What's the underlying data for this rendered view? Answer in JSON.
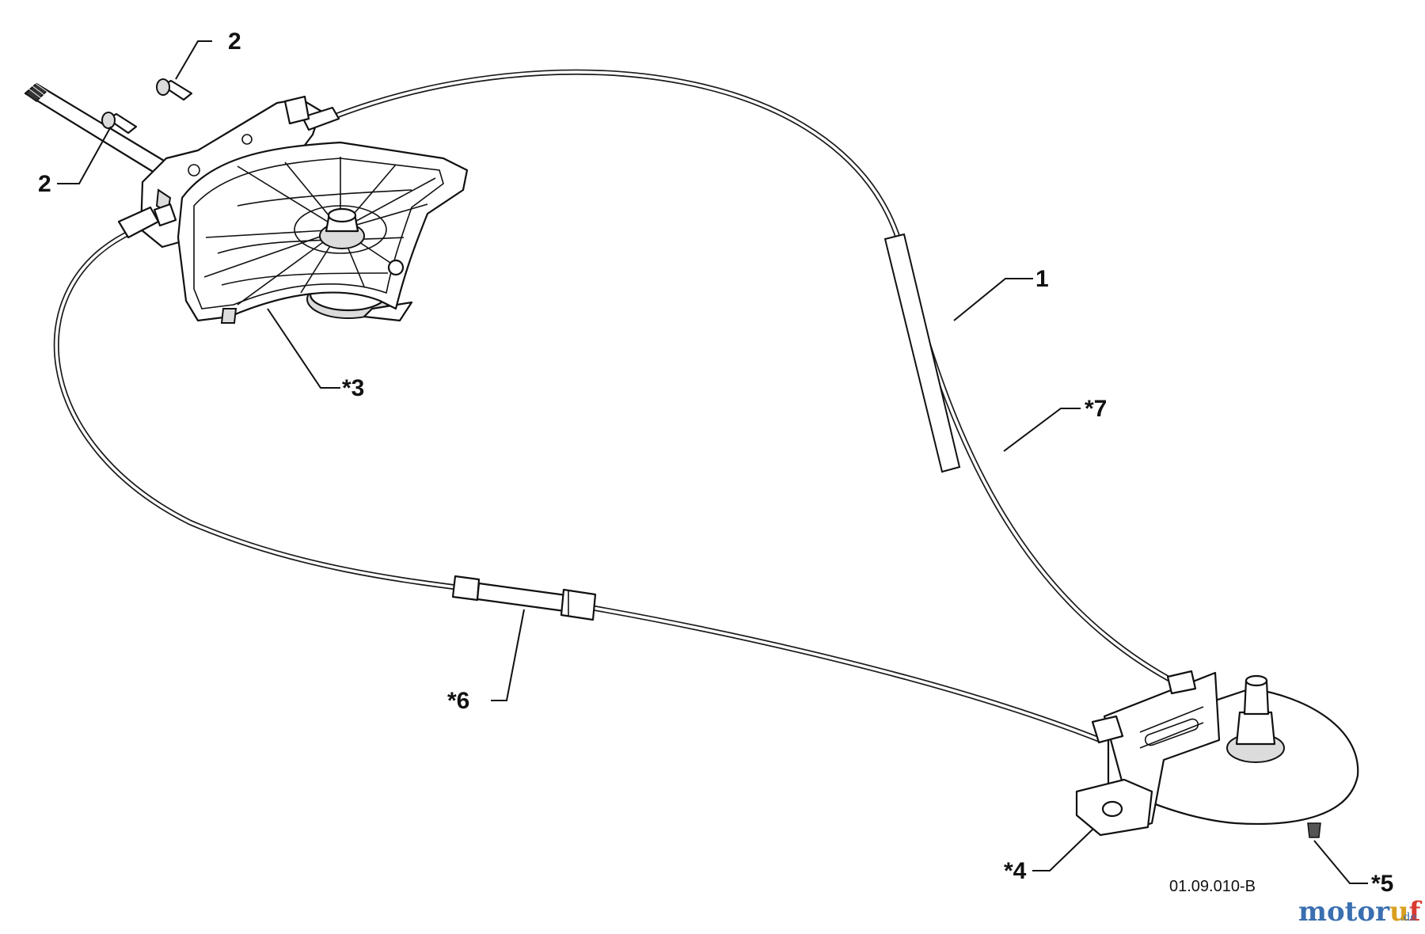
{
  "callouts": [
    {
      "id": "label-2-top",
      "text": "2"
    },
    {
      "id": "label-2-left",
      "text": "2"
    },
    {
      "id": "label-1",
      "text": "1"
    },
    {
      "id": "label-3",
      "text": "*3"
    },
    {
      "id": "label-7",
      "text": "*7"
    },
    {
      "id": "label-6",
      "text": "*6"
    },
    {
      "id": "label-4",
      "text": "*4"
    },
    {
      "id": "label-5",
      "text": "*5"
    }
  ],
  "drawing_code": "01.09.010-B",
  "watermark": {
    "letters": [
      {
        "ch": "m",
        "color": "#3a6fb0"
      },
      {
        "ch": "o",
        "color": "#3a6fb0"
      },
      {
        "ch": "t",
        "color": "#3a6fb0"
      },
      {
        "ch": "o",
        "color": "#3a6fb0"
      },
      {
        "ch": "r",
        "color": "#3a6fb0"
      },
      {
        "ch": "u",
        "color": "#d9a020"
      },
      {
        "ch": "f",
        "color": "#d93a30"
      }
    ],
    "suffix": ".de"
  }
}
